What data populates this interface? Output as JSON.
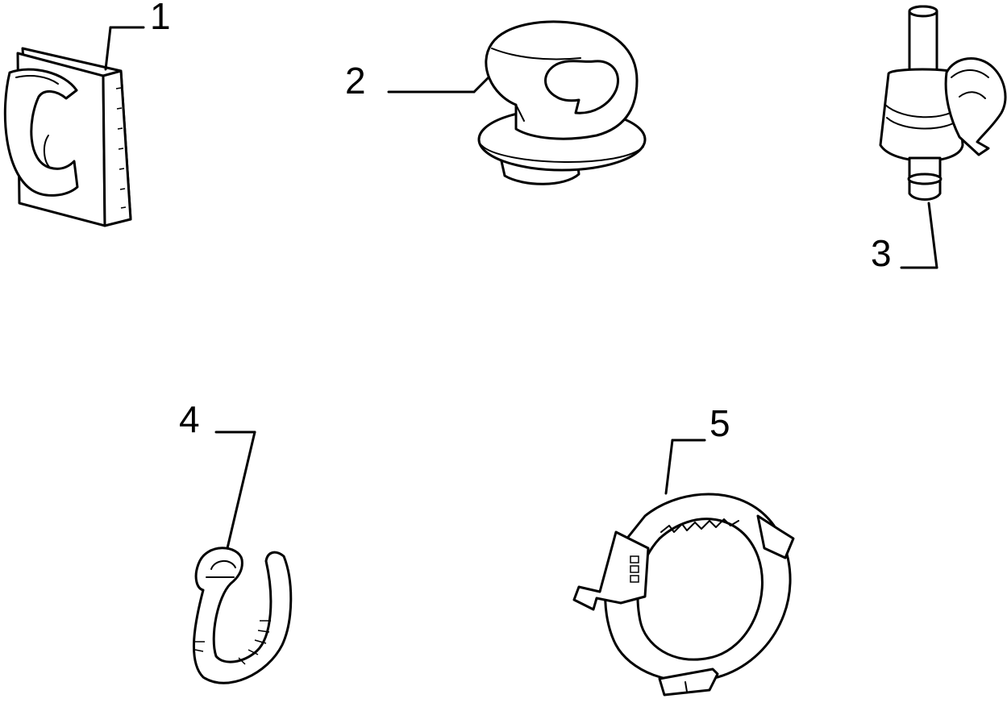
{
  "diagram": {
    "parts": [
      {
        "id": "part-1",
        "label": "1",
        "icon": "adhesive-wire-clip-icon"
      },
      {
        "id": "part-2",
        "label": "2",
        "icon": "push-in-loop-clip-icon"
      },
      {
        "id": "part-3",
        "label": "3",
        "icon": "stud-cable-holder-icon"
      },
      {
        "id": "part-4",
        "label": "4",
        "icon": "cable-tie-strap-icon"
      },
      {
        "id": "part-5",
        "label": "5",
        "icon": "split-ring-clamp-icon"
      }
    ],
    "colors": {
      "line": "#000000",
      "background": "#ffffff"
    }
  }
}
